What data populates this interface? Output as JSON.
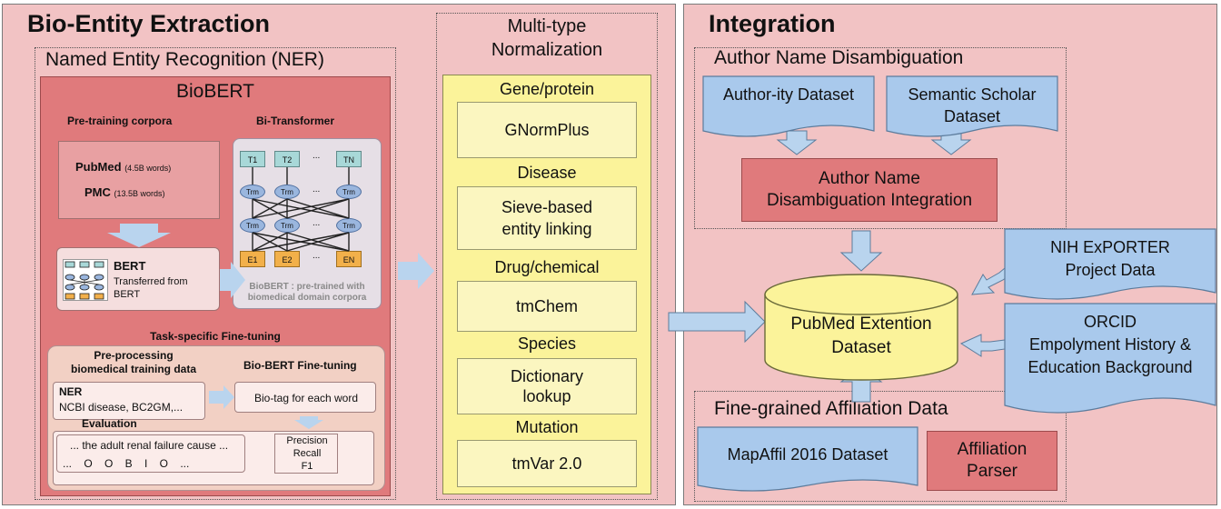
{
  "extraction": {
    "title": "Bio-Entity Extraction",
    "ner_title": "Named Entity Recognition (NER)",
    "biobert": {
      "title": "BioBERT",
      "pretraining_label": "Pre-training corpora",
      "pubmed": "PubMed",
      "pubmed_size": "(4.5B words)",
      "pmc": "PMC",
      "pmc_size": "(13.5B words)",
      "bert_title": "BERT",
      "bert_desc_1": "Transferred from",
      "bert_desc_2": "BERT",
      "bitransformer_label": "Bi-Transformer",
      "t_nodes": [
        "T1",
        "T2",
        "TN"
      ],
      "trm": "Trm",
      "e_nodes": [
        "E1",
        "E2",
        "EN"
      ],
      "ellipsis": "...",
      "biobert_caption_1": "BioBERT : pre-trained with",
      "biobert_caption_2": "biomedical domain corpora",
      "finetuning_label": "Task-specific Fine-tuning",
      "preproc_1": "Pre-processing",
      "preproc_2": "biomedical training data",
      "finetune_title": "Bio-BERT Fine-tuning",
      "ner_box_title": "NER",
      "ner_box_desc": "NCBI disease, BC2GM,...",
      "biotag": "Bio-tag for each word",
      "evaluation": "Evaluation",
      "sentence": "... the adult renal failure cause ...",
      "tags": "... O O B I O ...",
      "metrics": [
        "Precision",
        "Recall",
        "F1"
      ]
    }
  },
  "normalization": {
    "title_1": "Multi-type",
    "title_2": "Normalization",
    "groups": [
      {
        "label": "Gene/protein",
        "tool": [
          "GNormPlus"
        ]
      },
      {
        "label": "Disease",
        "tool": [
          "Sieve-based",
          "entity linking"
        ]
      },
      {
        "label": "Drug/chemical",
        "tool": [
          "tmChem"
        ]
      },
      {
        "label": "Species",
        "tool": [
          "Dictionary",
          "lookup"
        ]
      },
      {
        "label": "Mutation",
        "tool": [
          "tmVar 2.0"
        ]
      }
    ]
  },
  "integration": {
    "title": "Integration",
    "and_title": "Author Name Disambiguation",
    "authority": "Author-ity Dataset",
    "semantic_1": "Semantic Scholar",
    "semantic_2": "Dataset",
    "and_int_1": "Author Name",
    "and_int_2": "Disambiguation Integration",
    "nih_1": "NIH ExPORTER",
    "nih_2": "Project Data",
    "pubmed_1": "PubMed Extention",
    "pubmed_2": "Dataset",
    "orcid_1": "ORCID",
    "orcid_2": "Empolyment History &",
    "orcid_3": "Education Background",
    "affil_title": "Fine-grained Affiliation Data",
    "mapaffil": "MapAffil 2016 Dataset",
    "parser_1": "Affiliation",
    "parser_2": "Parser"
  },
  "colors": {
    "panel": "#f2c3c4",
    "red_box": "#e07a7c",
    "yellow": "#fbf39a",
    "blue": "#a9c9ec",
    "arrow": "#b9d4ee"
  }
}
